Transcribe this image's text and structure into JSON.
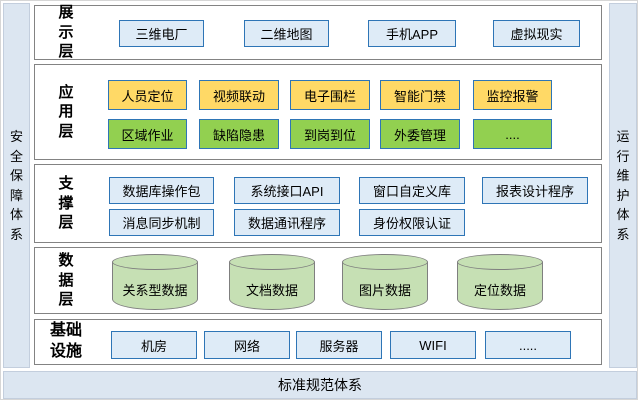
{
  "frame": {
    "left_bar": "安\n全\n保\n障\n体\n系",
    "right_bar": "运\n行\n维\n护\n体\n系",
    "bottom_bar": "标准规范体系"
  },
  "colors": {
    "pillar_fill": "#dce6f1",
    "layer_border": "#838383",
    "blue_item_fill": "#deebf7",
    "item_border": "#2e75b6",
    "yellow_item_fill": "#ffd966",
    "green_item_fill": "#92d050",
    "cylinder_fill": "#c6e0b4",
    "cylinder_border": "#7f7f7f"
  },
  "layers": [
    {
      "label": "展\n示\n层",
      "rows": [
        [
          "三维电厂",
          "二维地图",
          "手机APP",
          "虚拟现实"
        ]
      ]
    },
    {
      "label": "应\n用\n层",
      "rows": [
        [
          "人员定位",
          "视频联动",
          "电子围栏",
          "智能门禁",
          "监控报警"
        ],
        [
          "区域作业",
          "缺陷隐患",
          "到岗到位",
          "外委管理",
          "...."
        ]
      ]
    },
    {
      "label": "支\n撑\n层",
      "rows": [
        [
          "数据库操作包",
          "系统接口API",
          "窗口自定义库",
          "报表设计程序"
        ],
        [
          "消息同步机制",
          "数据通讯程序",
          "身份权限认证"
        ]
      ]
    },
    {
      "label": "数\n据\n层",
      "rows": [
        [
          "关系型数据",
          "文档数据",
          "图片数据",
          "定位数据"
        ]
      ]
    },
    {
      "label": "基础\n设施",
      "rows": [
        [
          "机房",
          "网络",
          "服务器",
          "WIFI",
          "....."
        ]
      ]
    }
  ]
}
